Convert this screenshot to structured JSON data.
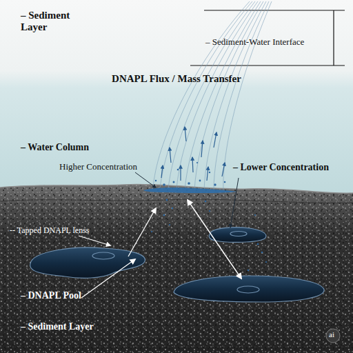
{
  "diagram": {
    "title": "DNAPL Flux / Mass Transfer",
    "labels": [
      "– Sediment Layer",
      "– Sediment-Water Interface",
      "– Water Column",
      "Higher Concentration",
      "– Lower Concentration",
      "-- Tapped DNAPL lenss",
      "– DNAPL Pool",
      "– Sediment Layer",
      "ai"
    ]
  }
}
